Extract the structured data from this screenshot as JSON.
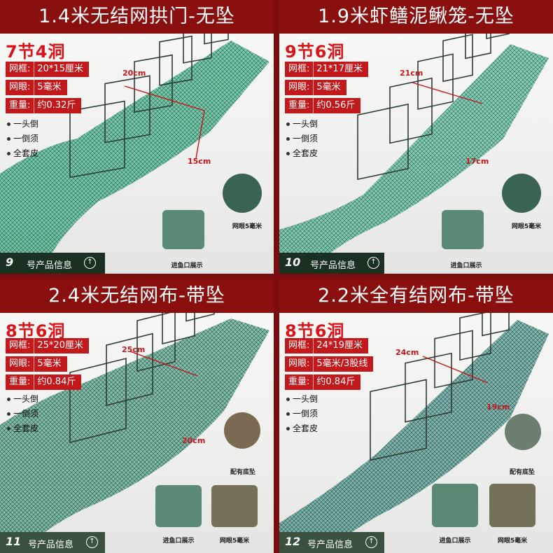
{
  "panels": [
    {
      "title": "1.4米无结网拱门-无坠",
      "sections": "7节4洞",
      "frame_label": "网框:",
      "frame_value": "20*15厘米",
      "mesh_label": "网眼:",
      "mesh_value": "5毫米",
      "weight_label": "重量:",
      "weight_value": "约0.32斤",
      "features": [
        "一头倒",
        "一倒须",
        "全套皮"
      ],
      "dim_top": "20cm",
      "dim_side": "15cm",
      "inset_captions": [
        "网眼5毫米",
        "进鱼口展示"
      ],
      "model_num": "9",
      "model_label": "号产品信息",
      "arrow": "↑"
    },
    {
      "title": "1.9米虾鳝泥鳅笼-无坠",
      "sections": "9节6洞",
      "frame_label": "网框:",
      "frame_value": "21*17厘米",
      "mesh_label": "网眼:",
      "mesh_value": "5毫米",
      "weight_label": "重量:",
      "weight_value": "约0.56斤",
      "features": [
        "一头倒",
        "一倒须",
        "全套皮"
      ],
      "dim_top": "21cm",
      "dim_side": "17cm",
      "inset_captions": [
        "网眼5毫米",
        "进鱼口展示"
      ],
      "model_num": "10",
      "model_label": "号产品信息",
      "arrow": "↑"
    },
    {
      "title": "2.4米无结网布-带坠",
      "sections": "8节6洞",
      "frame_label": "网框:",
      "frame_value": "25*20厘米",
      "mesh_label": "网眼:",
      "mesh_value": "5毫米",
      "weight_label": "重量:",
      "weight_value": "约0.84斤",
      "features": [
        "一头倒",
        "一倒须",
        "全套皮"
      ],
      "dim_top": "25cm",
      "dim_side": "20cm",
      "inset_captions": [
        "配有底坠",
        "进鱼口展示",
        "网眼5毫米"
      ],
      "model_num": "11",
      "model_label": "号产品信息",
      "arrow": "↑"
    },
    {
      "title": "2.2米全有结网布-带坠",
      "sections": "8节6洞",
      "frame_label": "网框:",
      "frame_value": "24*19厘米",
      "mesh_label": "网眼:",
      "mesh_value": "5毫米/3股线",
      "weight_label": "重量:",
      "weight_value": "约0.84斤",
      "features": [
        "一头倒",
        "一倒须",
        "全套皮"
      ],
      "dim_top": "24cm",
      "dim_side": "19cm",
      "inset_captions": [
        "配有底坠",
        "进鱼口展示",
        "网眼5毫米"
      ],
      "model_num": "12",
      "model_label": "号产品信息",
      "arrow": "↑"
    }
  ],
  "colors": {
    "title_bg": "#8a1010",
    "spec_bg": "#c2191d",
    "section_text": "#d9151b",
    "net_green": "#1f9c6e",
    "net_teal": "#2d7d74"
  }
}
